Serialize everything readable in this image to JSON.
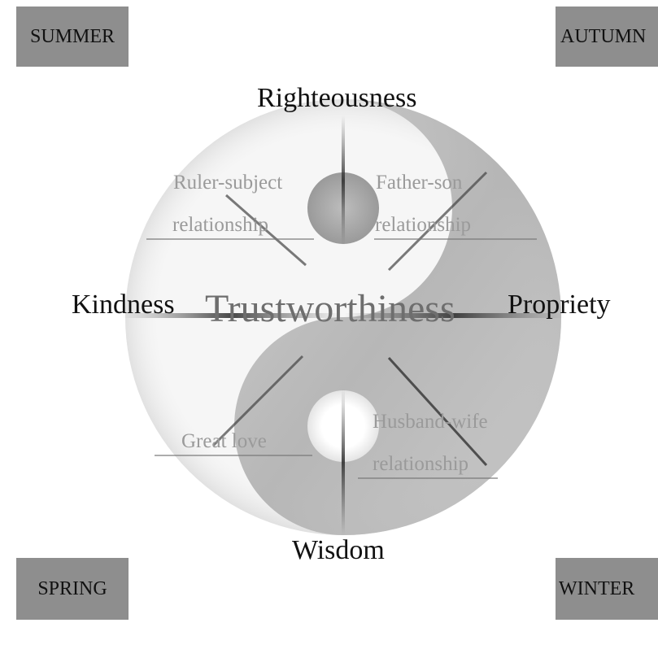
{
  "seasons": {
    "summer": "SUMMER",
    "autumn": "AUTUMN",
    "spring": "SPRING",
    "winter": "WINTER"
  },
  "virtues": {
    "top": "Righteousness",
    "left": "Kindness",
    "right": "Propriety",
    "bottom": "Wisdom",
    "center": "Trustworthiness"
  },
  "relationships": {
    "ruler_subject": [
      "Ruler-subject",
      "relationship"
    ],
    "father_son": [
      "Father-son",
      "relationship"
    ],
    "great_love": "Great love",
    "husband_wife": [
      "Husband-wife",
      "relationship"
    ]
  },
  "colors": {
    "season_box": "#8e8e8e",
    "yin_gray": "#b5b5b5",
    "label_gray": "#9a9a9a",
    "center_text": "#6e6e6e"
  }
}
